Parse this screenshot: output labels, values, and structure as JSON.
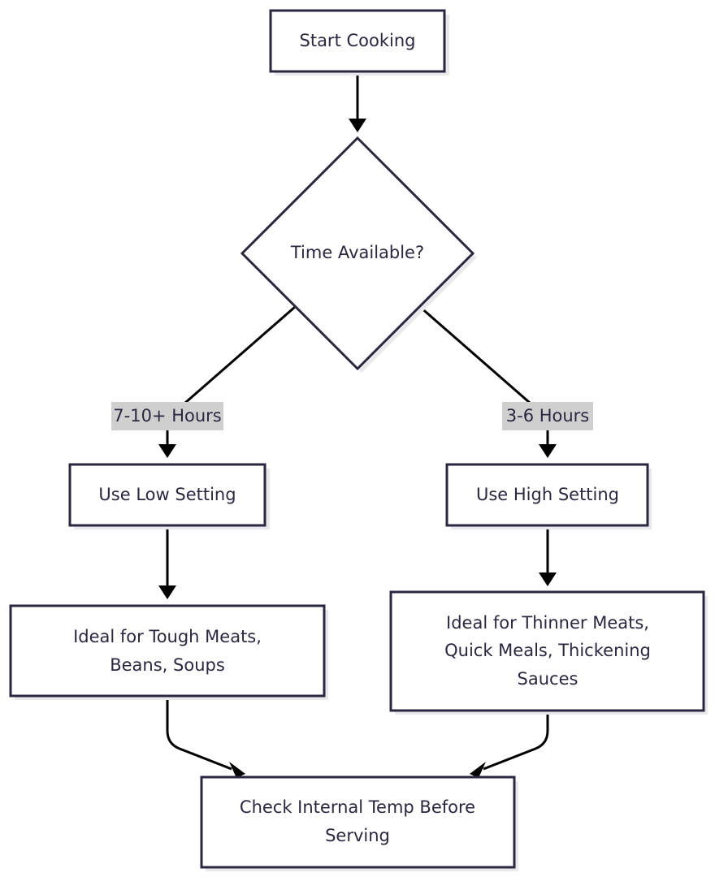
{
  "diagram": {
    "type": "flowchart",
    "nodes": {
      "start": {
        "lines": [
          "Start Cooking"
        ]
      },
      "decision": {
        "lines": [
          "Time Available?"
        ]
      },
      "low": {
        "lines": [
          "Use Low Setting"
        ]
      },
      "high": {
        "lines": [
          "Use High Setting"
        ]
      },
      "low_ideal": {
        "lines": [
          "Ideal for Tough Meats,",
          "Beans, Soups"
        ]
      },
      "high_ideal": {
        "lines": [
          "Ideal for Thinner Meats,",
          "Quick Meals, Thickening",
          "Sauces"
        ]
      },
      "check": {
        "lines": [
          "Check Internal Temp Before",
          "Serving"
        ]
      }
    },
    "edge_labels": {
      "to_low": "7-10+ Hours",
      "to_high": "3-6 Hours"
    },
    "edges": [
      {
        "from": "start",
        "to": "decision"
      },
      {
        "from": "decision",
        "to": "low",
        "label": "7-10+ Hours"
      },
      {
        "from": "decision",
        "to": "high",
        "label": "3-6 Hours"
      },
      {
        "from": "low",
        "to": "low_ideal"
      },
      {
        "from": "high",
        "to": "high_ideal"
      },
      {
        "from": "low_ideal",
        "to": "check"
      },
      {
        "from": "high_ideal",
        "to": "check"
      }
    ]
  }
}
